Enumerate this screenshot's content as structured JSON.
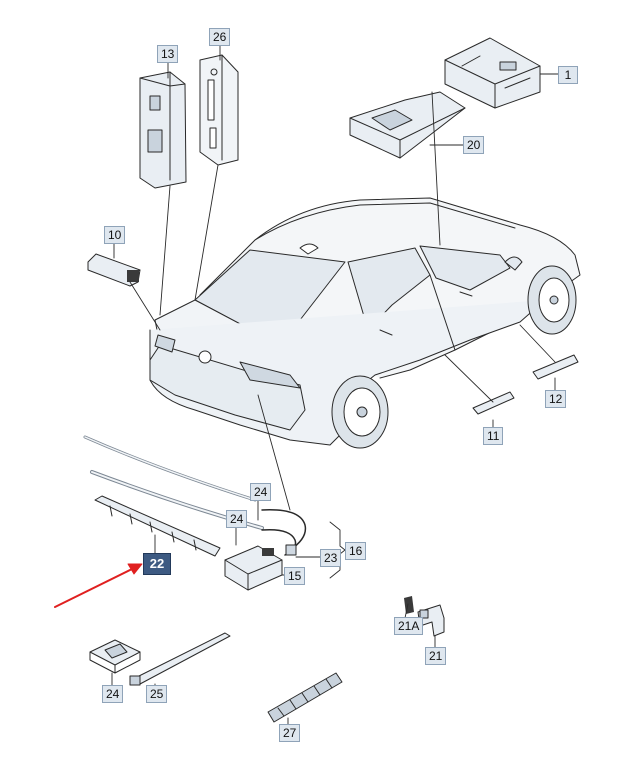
{
  "parts": [
    {
      "id": "p1",
      "label": "1"
    },
    {
      "id": "p10",
      "label": "10"
    },
    {
      "id": "p11",
      "label": "11"
    },
    {
      "id": "p12",
      "label": "12"
    },
    {
      "id": "p13",
      "label": "13"
    },
    {
      "id": "p15",
      "label": "15"
    },
    {
      "id": "p16",
      "label": "16"
    },
    {
      "id": "p20",
      "label": "20"
    },
    {
      "id": "p21",
      "label": "21"
    },
    {
      "id": "p21a",
      "label": "21A"
    },
    {
      "id": "p22",
      "label": "22",
      "highlighted": true
    },
    {
      "id": "p23",
      "label": "23"
    },
    {
      "id": "p24a",
      "label": "24"
    },
    {
      "id": "p24b",
      "label": "24"
    },
    {
      "id": "p24c",
      "label": "24"
    },
    {
      "id": "p25",
      "label": "25"
    },
    {
      "id": "p26",
      "label": "26"
    },
    {
      "id": "p27",
      "label": "27"
    }
  ],
  "colors": {
    "line": "#2a2a2a",
    "part_fill": "#e9eef3",
    "part_shade": "#c9d3dd",
    "label_bg": "#dfe7ef",
    "highlight": "#3d5a82",
    "arrow": "#e02020"
  }
}
